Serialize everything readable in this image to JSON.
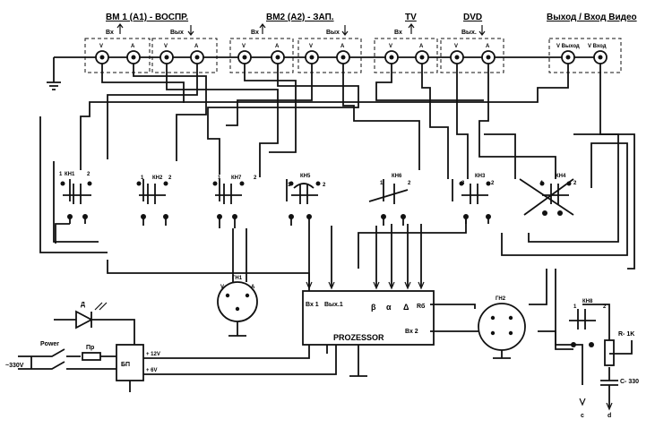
{
  "headers": {
    "bm1": "BM 1 (A1) - ВОСПР.",
    "bm2": "BM2 (A2) - ЗАП.",
    "tv": "TV",
    "dvd": "DVD",
    "video": "Выход / Вход Видео"
  },
  "ports": {
    "vx1": "Вх",
    "vyx1": "Вых",
    "vx2": "Вх",
    "vyx2": "Вых",
    "vx3": "Вх",
    "vyx3": "Вых.",
    "v_out": "V Выход",
    "v_in": "V Вход",
    "v": "V",
    "a": "A"
  },
  "switches": {
    "kn1": "КН1",
    "kn2": "КН2",
    "kn7": "КН7",
    "kn5": "КН5",
    "kn6": "КН6",
    "kn3": "КН3",
    "kn4": "КН4",
    "kn8": "КН8"
  },
  "jacks": {
    "gn1": "ГН1",
    "gn2": "ГН2"
  },
  "processor": {
    "title": "PROZESSOR",
    "in1": "Вх 1",
    "out1": "Вых.1",
    "in2": "Вх 2",
    "beta": "β",
    "alpha": "α",
    "delta": "Δ",
    "rb": "Rб"
  },
  "power": {
    "led": "Д",
    "switch": "Power",
    "fuse": "Пр",
    "psu": "БП",
    "mains": "~330V",
    "v12": "+ 12V",
    "v6": "+ 6V"
  },
  "rc": {
    "r": "R- 1K",
    "c": "C- 330",
    "out_c": "c",
    "out_d": "d"
  }
}
